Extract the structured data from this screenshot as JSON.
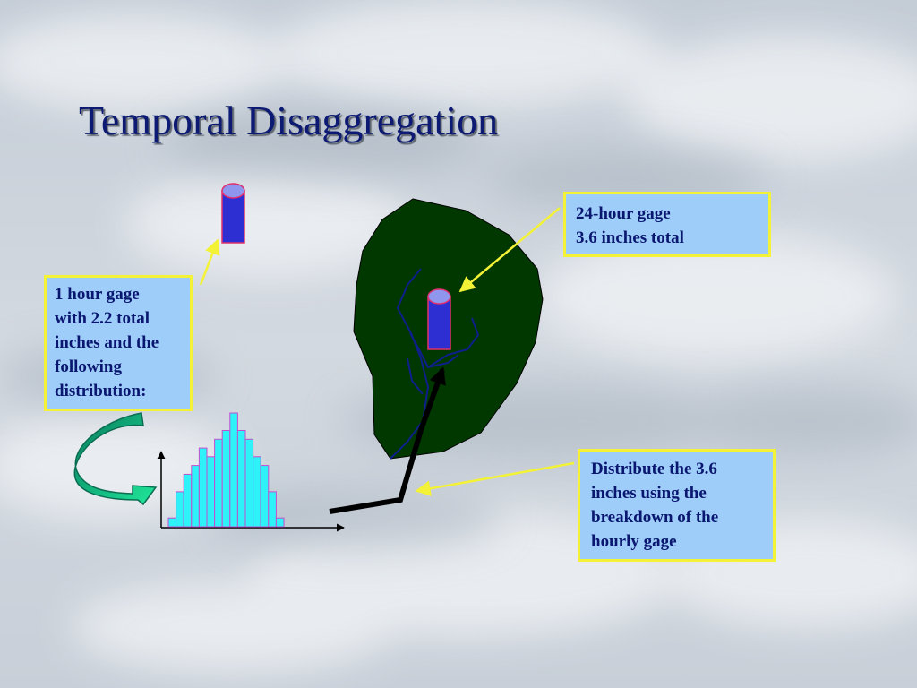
{
  "slide": {
    "title": "Temporal Disaggregation"
  },
  "callouts": {
    "hourly_gage": {
      "lines": [
        "1 hour gage",
        "with 2.2 total",
        "inches and the",
        "following",
        "distribution:"
      ]
    },
    "daily_gage": {
      "lines": [
        "24-hour gage",
        "3.6 inches total"
      ]
    },
    "distribute": {
      "lines": [
        "Distribute the 3.6",
        "inches using the",
        "breakdown of the",
        "hourly gage"
      ]
    }
  },
  "hourly_distribution": {
    "values": [
      1,
      4,
      6,
      7,
      9,
      8,
      10,
      11,
      13,
      11,
      10,
      8,
      7,
      4,
      1
    ],
    "max": 13
  },
  "colors": {
    "title": "#0d1a73",
    "callout_fill": "#9fcdf9",
    "callout_border": "#f3f236",
    "watershed_fill": "#003800",
    "stream": "#0f1f8c",
    "gage_body": "#2d2fd2",
    "gage_top": "#8f96ee",
    "gage_outline": "#e0306e",
    "bar_fill": "#2ef2f7",
    "bar_outline": "#c24fd0",
    "pointer": "#f3f236",
    "curved_arrow": "#0aa07a"
  }
}
